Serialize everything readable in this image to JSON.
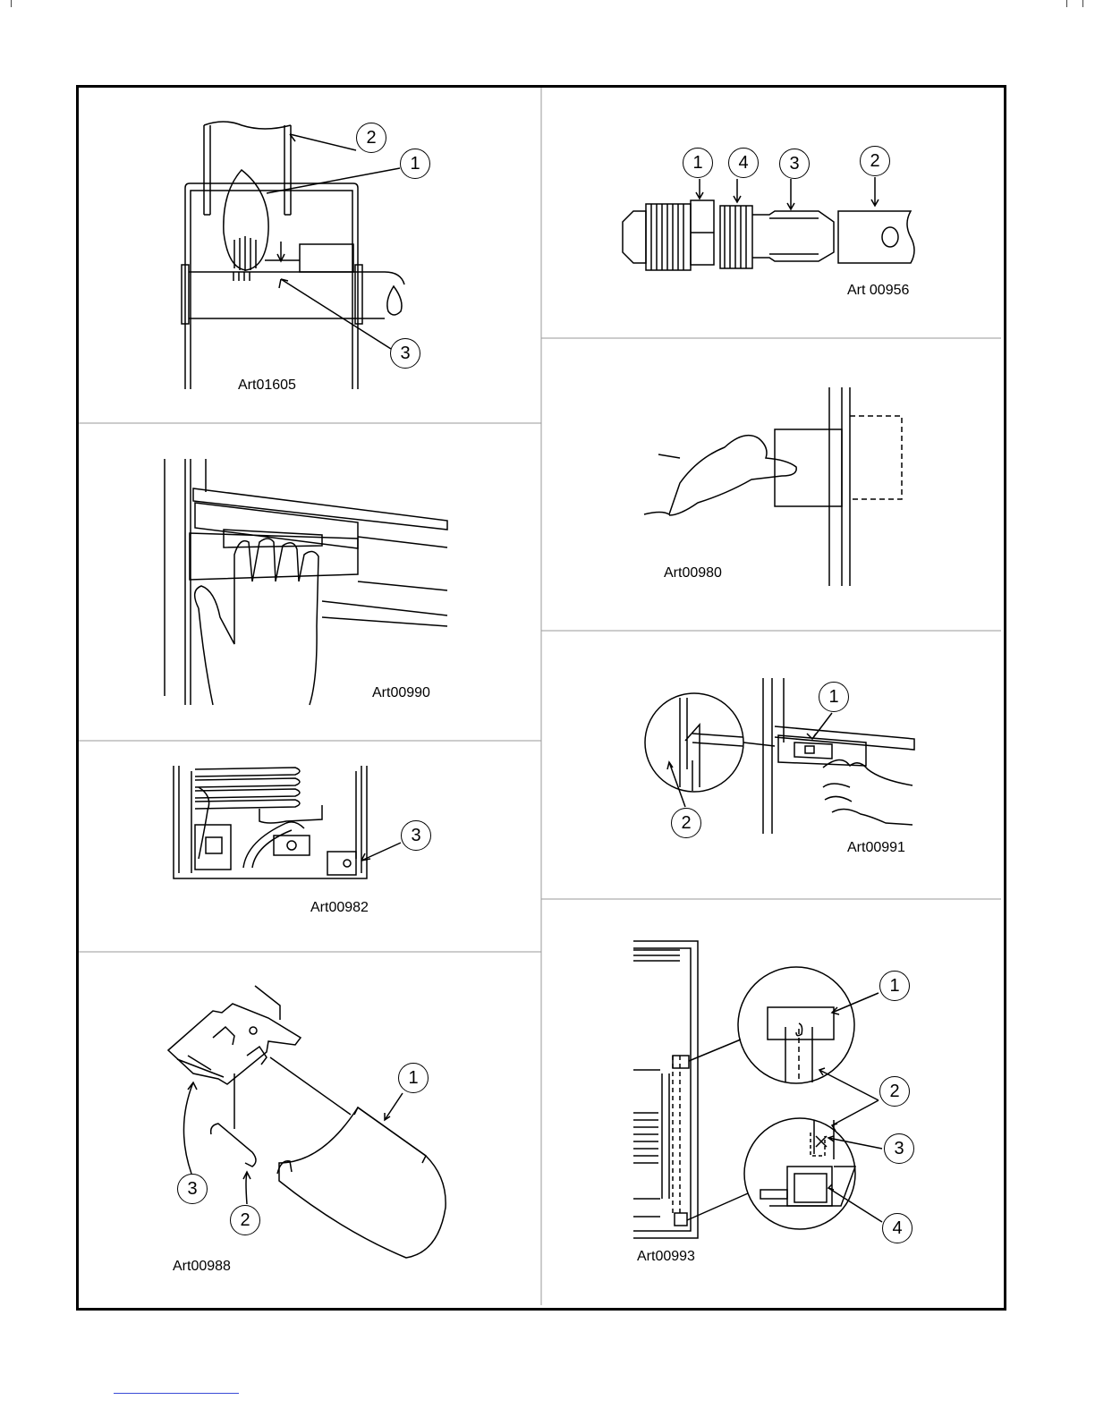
{
  "panels": {
    "burner": {
      "art": "Art01605",
      "callouts": [
        "2",
        "1",
        "3"
      ]
    },
    "flare": {
      "art": "Art 00956",
      "callouts": [
        "1",
        "4",
        "3",
        "2"
      ]
    },
    "shelf": {
      "art": "Art00990"
    },
    "door": {
      "art": "Art00980"
    },
    "coils": {
      "art": "Art00982",
      "callouts": [
        "3"
      ]
    },
    "latch": {
      "art": "Art00991",
      "callouts": [
        "1",
        "2"
      ]
    },
    "cover": {
      "art": "Art00988",
      "callouts": [
        "1",
        "3",
        "2"
      ]
    },
    "sensor": {
      "art": "Art00993",
      "callouts": [
        "1",
        "2",
        "3",
        "4"
      ]
    }
  },
  "colors": {
    "line": "#000000",
    "grid": "#9a9a9a",
    "footer_rule": "#3a4bd6"
  }
}
